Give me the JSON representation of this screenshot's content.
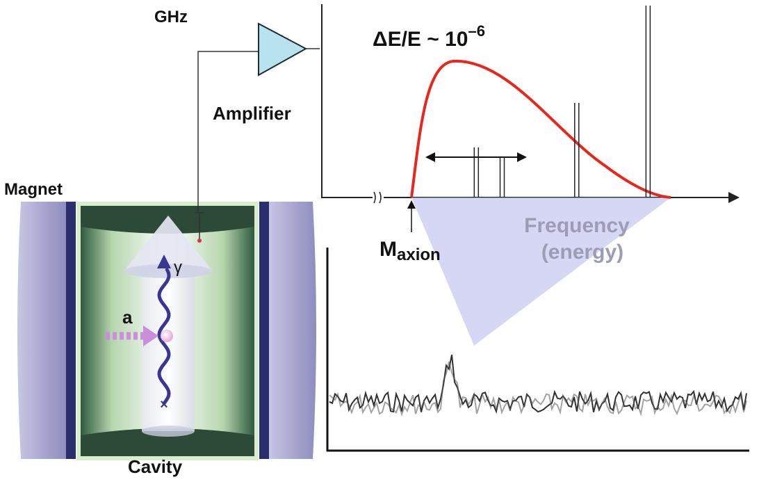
{
  "labels": {
    "ghz": "GHz",
    "amplifier": "Amplifier",
    "magnet": "Magnet",
    "cavity": "Cavity",
    "axion_particle": "a",
    "photon": "γ",
    "resolution_main": "ΔE/E ~ 10",
    "resolution_exp": "–6",
    "axis_break": "≈",
    "frequency_line1": "Frequency",
    "frequency_line2": "(energy)",
    "maxion_main": "M",
    "maxion_sub": "axion"
  },
  "colors": {
    "background": "#ffffff",
    "magnet_fill": "#aaa8d0",
    "magnet_edge": "#2a2e6e",
    "cavity_green": "#2a4a36",
    "amplifier_fill": "#b8e2ee",
    "spectrum_curve": "#e8261c",
    "axion_arrow": "#c98fd8",
    "photon_wave": "#3b3596",
    "zoom_cone": "#c8c8f2",
    "frequency_label": "#9c9cb4"
  },
  "spectrum_lines": [
    {
      "frequency_rel": 0.7
    },
    {
      "frequency_rel": 0.74
    },
    {
      "frequency_rel": 0.855
    },
    {
      "frequency_rel": 0.965
    }
  ],
  "measured_signal": {
    "description_peak_rel": 0.29
  }
}
